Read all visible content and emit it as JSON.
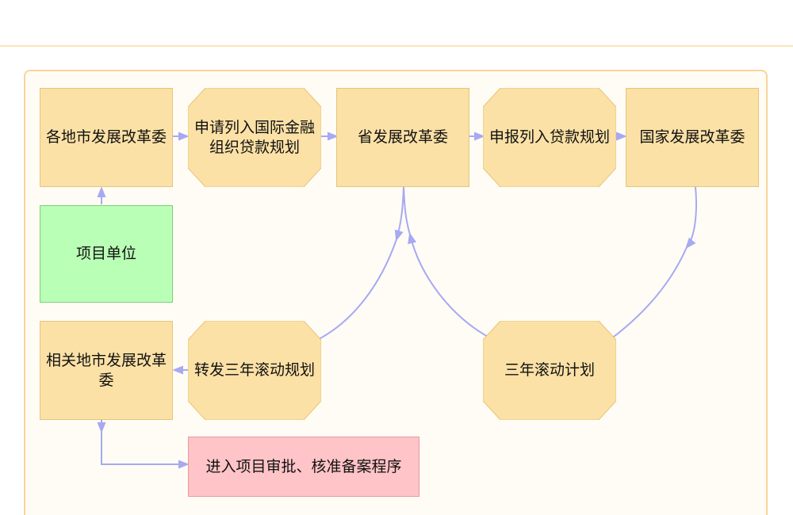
{
  "title": "财政部外国贷款资金申请流程",
  "colors": {
    "tab": "#f6a41f",
    "rect_fill": "#fbe1a6",
    "green_fill": "#b9ffb5",
    "pink_fill": "#ffc4c7",
    "connector": "#a7a9f2"
  },
  "nodes": {
    "city_ndrc": "各地市发展改革委",
    "apply_intl_loan_plan": "申请列入国际金融\n组织贷款规划",
    "province_ndrc": "省发展改革委",
    "report_loan_plan": "申报列入贷款规划",
    "national_ndrc": "国家发展改革委",
    "project_unit": "项目单位",
    "related_city_ndrc": "相关地市发展改革委",
    "forward_rolling_plan": "转发三年滚动规划",
    "three_year_rolling_plan": "三年滚动计划",
    "approval_procedure": "进入项目审批、核准备案程序"
  }
}
